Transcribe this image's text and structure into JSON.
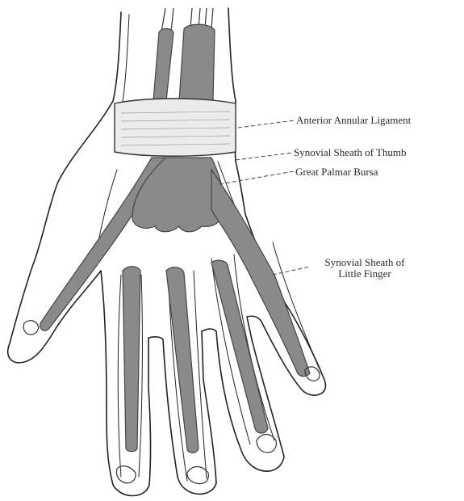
{
  "figure": {
    "labels": {
      "anterior_annular_ligament": "Anterior Annular Ligament",
      "synovial_sheath_thumb": "Synovial Sheath of Thumb",
      "great_palmar_bursa": "Great Palmar Bursa",
      "synovial_sheath_little_finger_line1": "Synovial Sheath of",
      "synovial_sheath_little_finger_line2": "Little Finger"
    },
    "colors": {
      "sheath_fill": "#8a8a8a",
      "outline": "#222222",
      "ligament": "#e6e6e6",
      "background": "#ffffff"
    }
  }
}
